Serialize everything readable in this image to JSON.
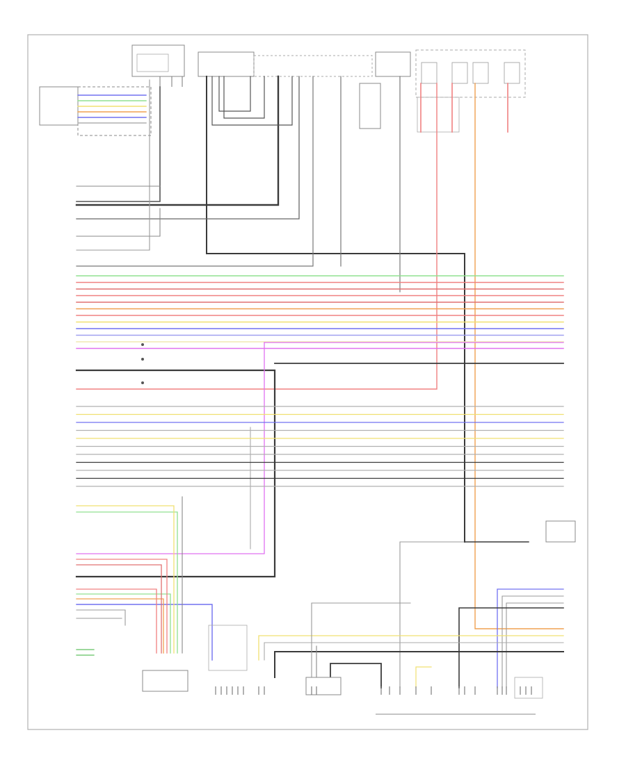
{
  "frame_label": "",
  "modules": {
    "left_control_module": {
      "label": "",
      "connector": ""
    },
    "top_fuse_box": {
      "label": "",
      "pin": ""
    },
    "top_junction_box": {
      "label": "",
      "pin": ""
    },
    "top_header_label": "",
    "top_relay": {
      "label": ""
    },
    "top_right_relay": {
      "label": ""
    },
    "right_note": "",
    "right_lower_switch": {
      "label": ""
    },
    "bottom_left_module": {
      "label": ""
    },
    "bottom_ground": {
      "label": ""
    },
    "bottom_center": {
      "label": ""
    },
    "bottom_right_group": {
      "label": ""
    },
    "bottom_right_connector": {
      "label": ""
    }
  },
  "wire_colors": {
    "black": "#3a3a3a",
    "red": "#f08080",
    "pink": "#e07070",
    "orange": "#f0a050",
    "yellow": "#f0e070",
    "green": "#90e090",
    "blue": "#7070f0",
    "violet": "#e070f0",
    "gray": "#b0b0b0",
    "cream": "#f0e8b0",
    "lightblue": "#a0a0f0"
  },
  "left_bus_rows": [
    {
      "wire": "blue",
      "label": ""
    },
    {
      "wire": "green",
      "label": ""
    },
    {
      "wire": "yellow",
      "label": ""
    },
    {
      "wire": "orange",
      "label": ""
    },
    {
      "wire": "blue",
      "label": ""
    },
    {
      "wire": "gray",
      "label": ""
    }
  ],
  "main_bus_rows": [
    {
      "wire": "green",
      "label": ""
    },
    {
      "wire": "red",
      "label": ""
    },
    {
      "wire": "pink",
      "label": ""
    },
    {
      "wire": "red",
      "label": ""
    },
    {
      "wire": "pink",
      "label": ""
    },
    {
      "wire": "orange",
      "label": ""
    },
    {
      "wire": "red",
      "label": ""
    },
    {
      "wire": "yellow",
      "label": ""
    },
    {
      "wire": "blue",
      "label": ""
    },
    {
      "wire": "lightblue",
      "label": ""
    },
    {
      "wire": "cream",
      "label": ""
    },
    {
      "wire": "violet",
      "label": ""
    }
  ],
  "splice_notes": [
    {
      "text": ""
    },
    {
      "text": ""
    },
    {
      "text": ""
    }
  ],
  "lower_bus_rows": [
    {
      "wire": "gray",
      "label": ""
    },
    {
      "wire": "yellow",
      "label": ""
    },
    {
      "wire": "blue",
      "label": ""
    },
    {
      "wire": "gray",
      "label": ""
    },
    {
      "wire": "yellow",
      "label": ""
    },
    {
      "wire": "gray",
      "label": ""
    },
    {
      "wire": "gray",
      "label": ""
    },
    {
      "wire": "black",
      "label": ""
    },
    {
      "wire": "gray",
      "label": ""
    },
    {
      "wire": "black",
      "label": ""
    },
    {
      "wire": "gray",
      "label": ""
    }
  ]
}
